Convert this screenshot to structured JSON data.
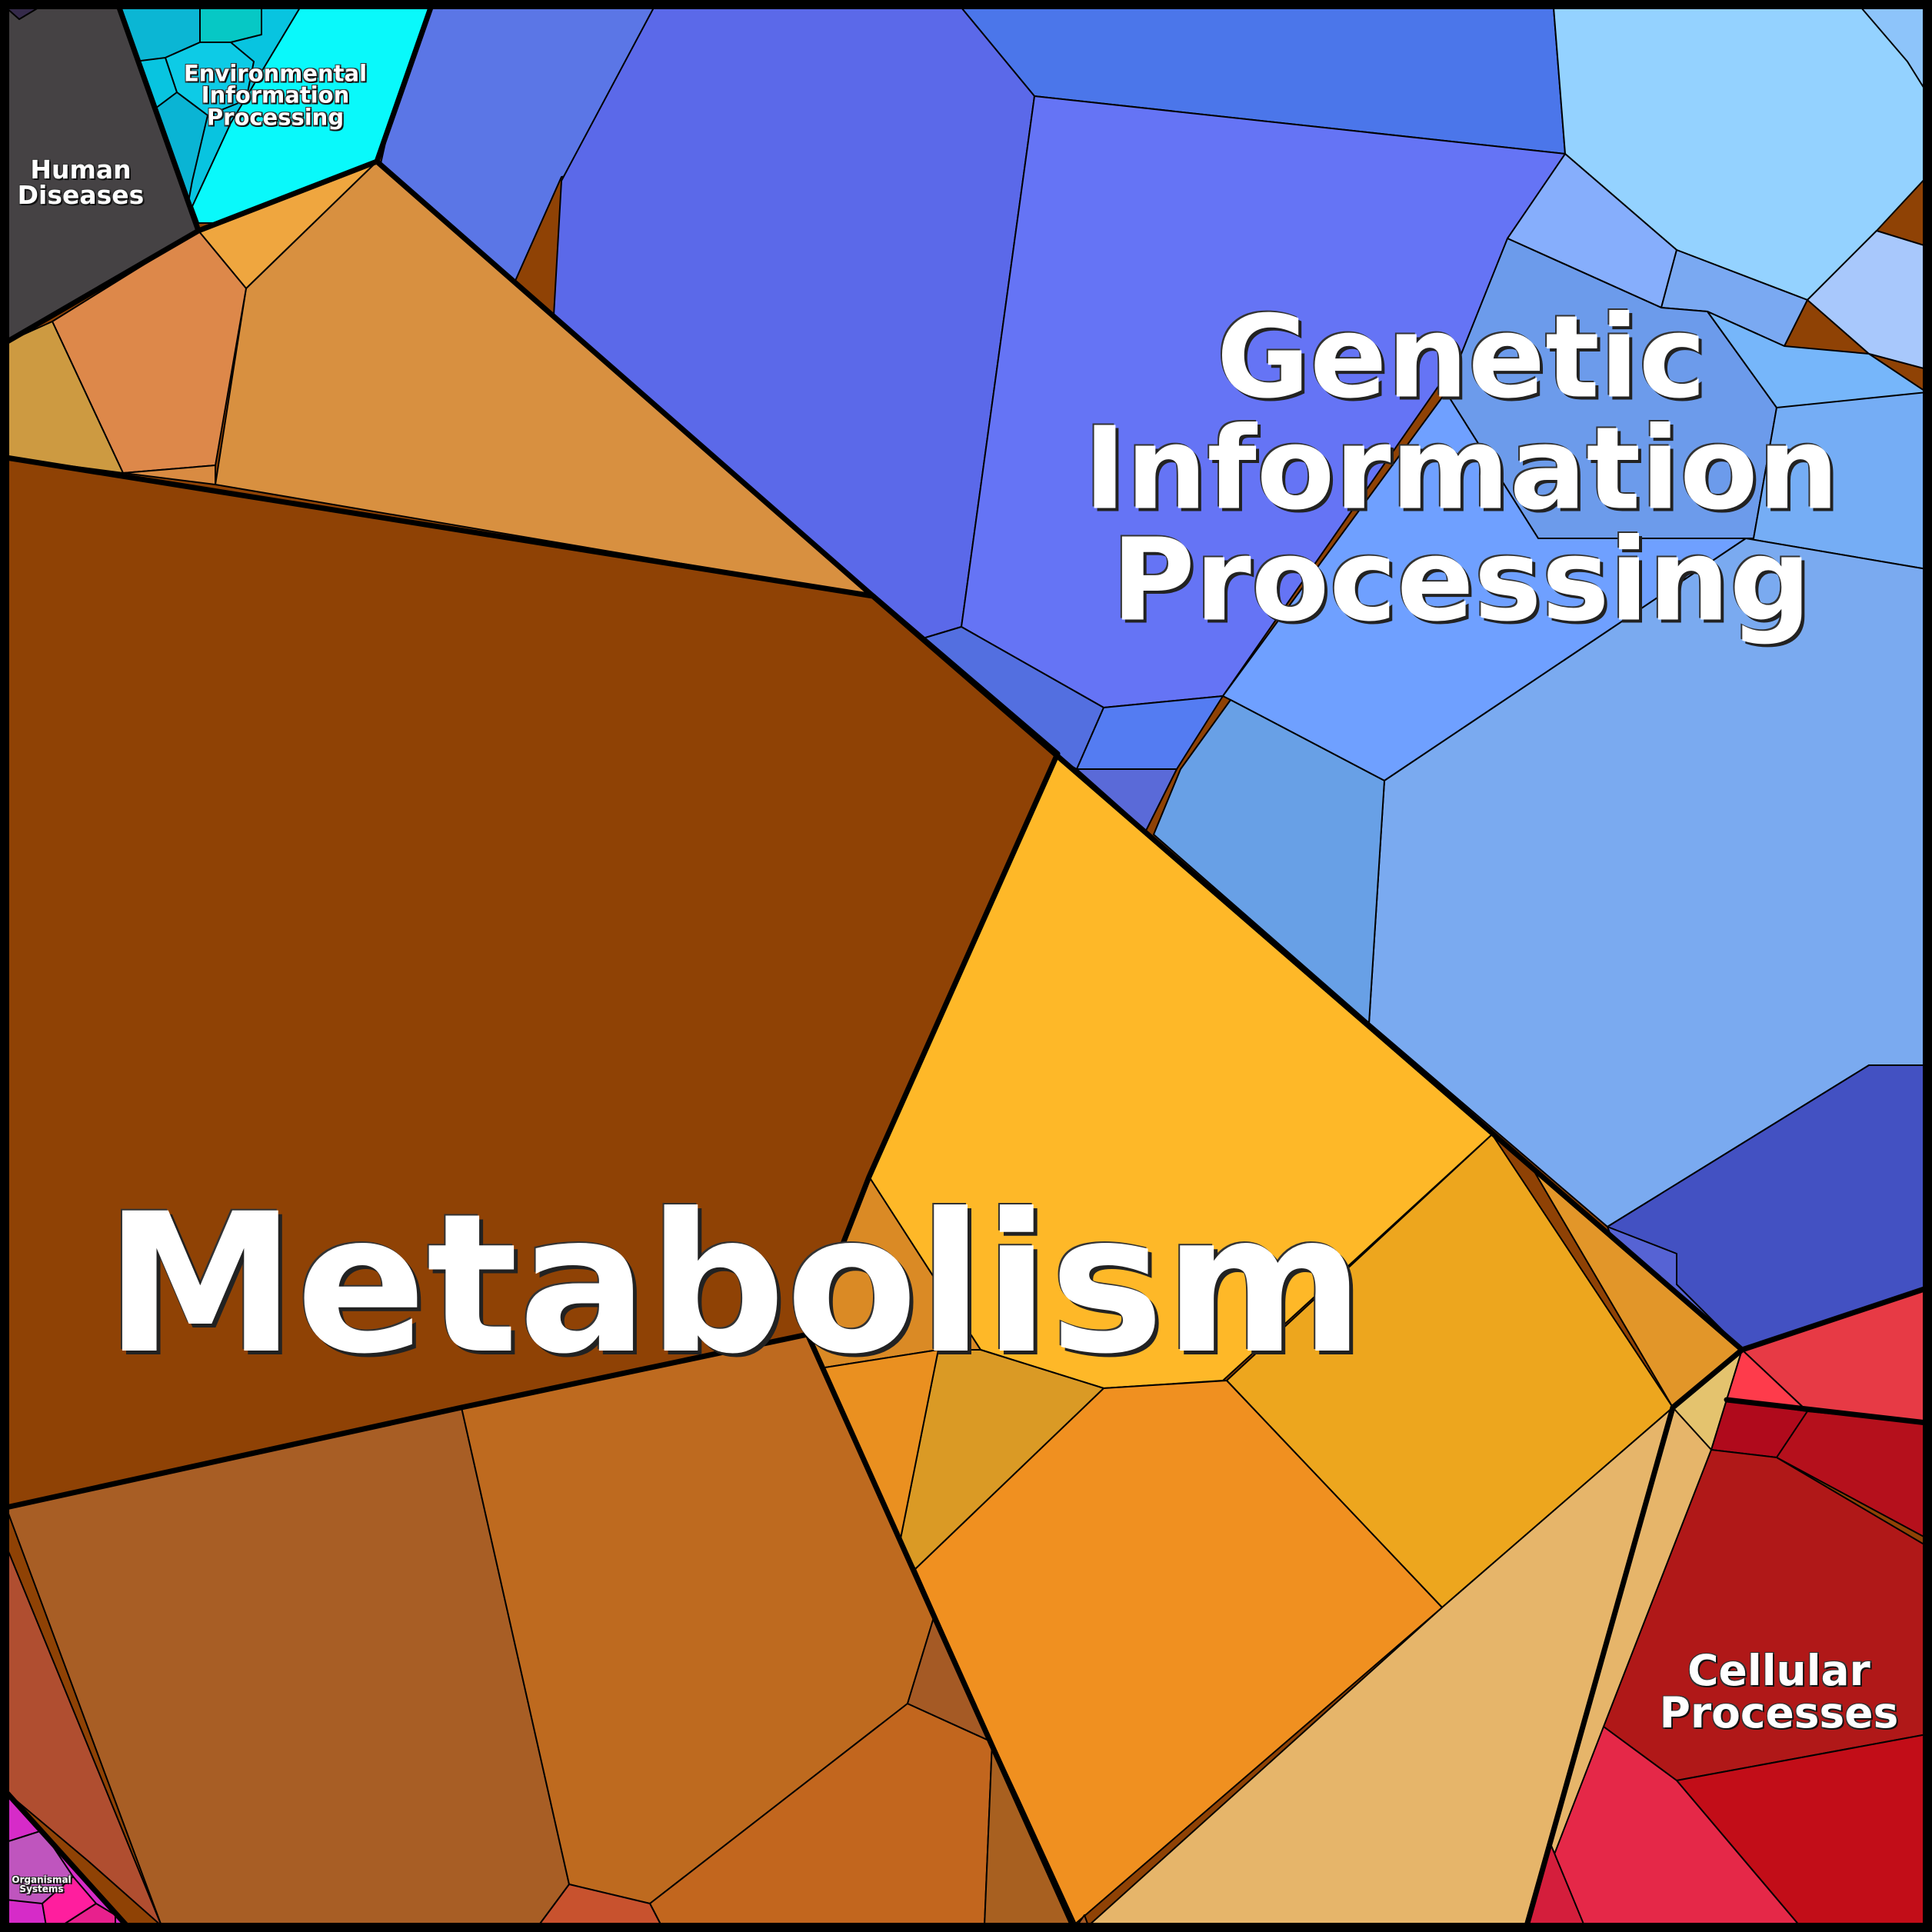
{
  "categories": [
    {
      "key": "metabolism",
      "name": "Metabolism",
      "lines": [
        "Metabolism"
      ],
      "color": "#8F4205"
    },
    {
      "key": "genetic",
      "name": "Genetic Information Processing",
      "lines": [
        "Genetic",
        "Information",
        "Processing"
      ],
      "color": "#6A8FF5"
    },
    {
      "key": "cellular",
      "name": "Cellular Processes",
      "lines": [
        "Cellular",
        "Processes"
      ],
      "color": "#B01820"
    },
    {
      "key": "human",
      "name": "Human Diseases",
      "lines": [
        "Human",
        "Diseases"
      ],
      "color": "#454244"
    },
    {
      "key": "environmental",
      "name": "Environmental Information Processing",
      "lines": [
        "Environmental",
        "Information",
        "Processing"
      ],
      "color": "#0BF5F8"
    },
    {
      "key": "organismal",
      "name": "Organismal Systems",
      "lines": [
        "Organismal",
        "Systems"
      ],
      "color": "#D62BC8"
    }
  ]
}
